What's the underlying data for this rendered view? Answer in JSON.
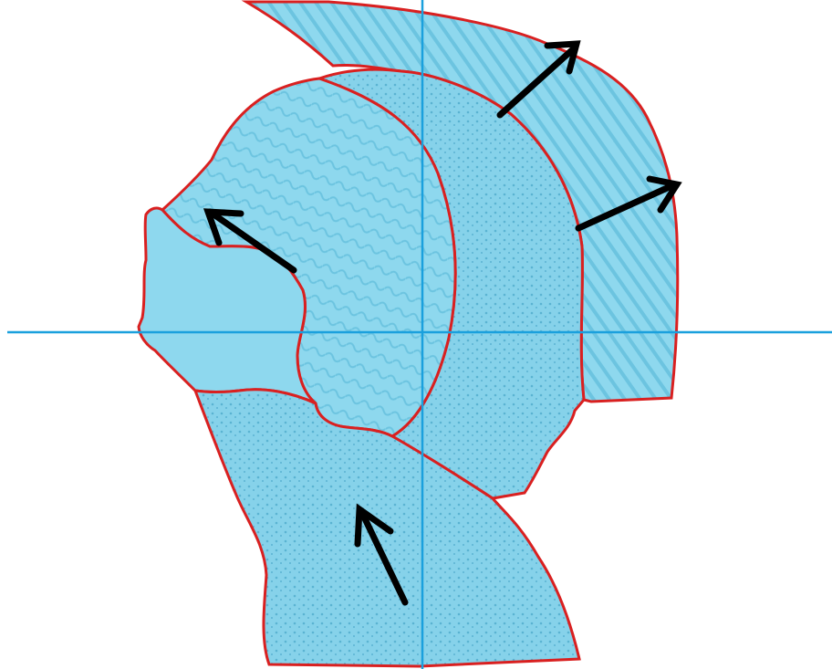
{
  "figure": {
    "description": "",
    "colors": {
      "background": "#ffffff",
      "region_fill": "#8ed8ee",
      "region_fill_dark": "#6cc4e0",
      "region_texture": "#5ab3d2",
      "outline": "#d92020",
      "axis": "#1aa0dd",
      "arrow": "#000000"
    },
    "regions": [
      {
        "name": "crest-region"
      },
      {
        "name": "scalp-region"
      },
      {
        "name": "face-region"
      },
      {
        "name": "ear-region"
      },
      {
        "name": "neck-region"
      }
    ],
    "axes": [
      {
        "name": "horizontal-axis"
      },
      {
        "name": "vertical-axis"
      }
    ],
    "arrows": [
      {
        "name": "arrow-crest-upper"
      },
      {
        "name": "arrow-crest-lower"
      },
      {
        "name": "arrow-face"
      },
      {
        "name": "arrow-neck"
      }
    ]
  }
}
